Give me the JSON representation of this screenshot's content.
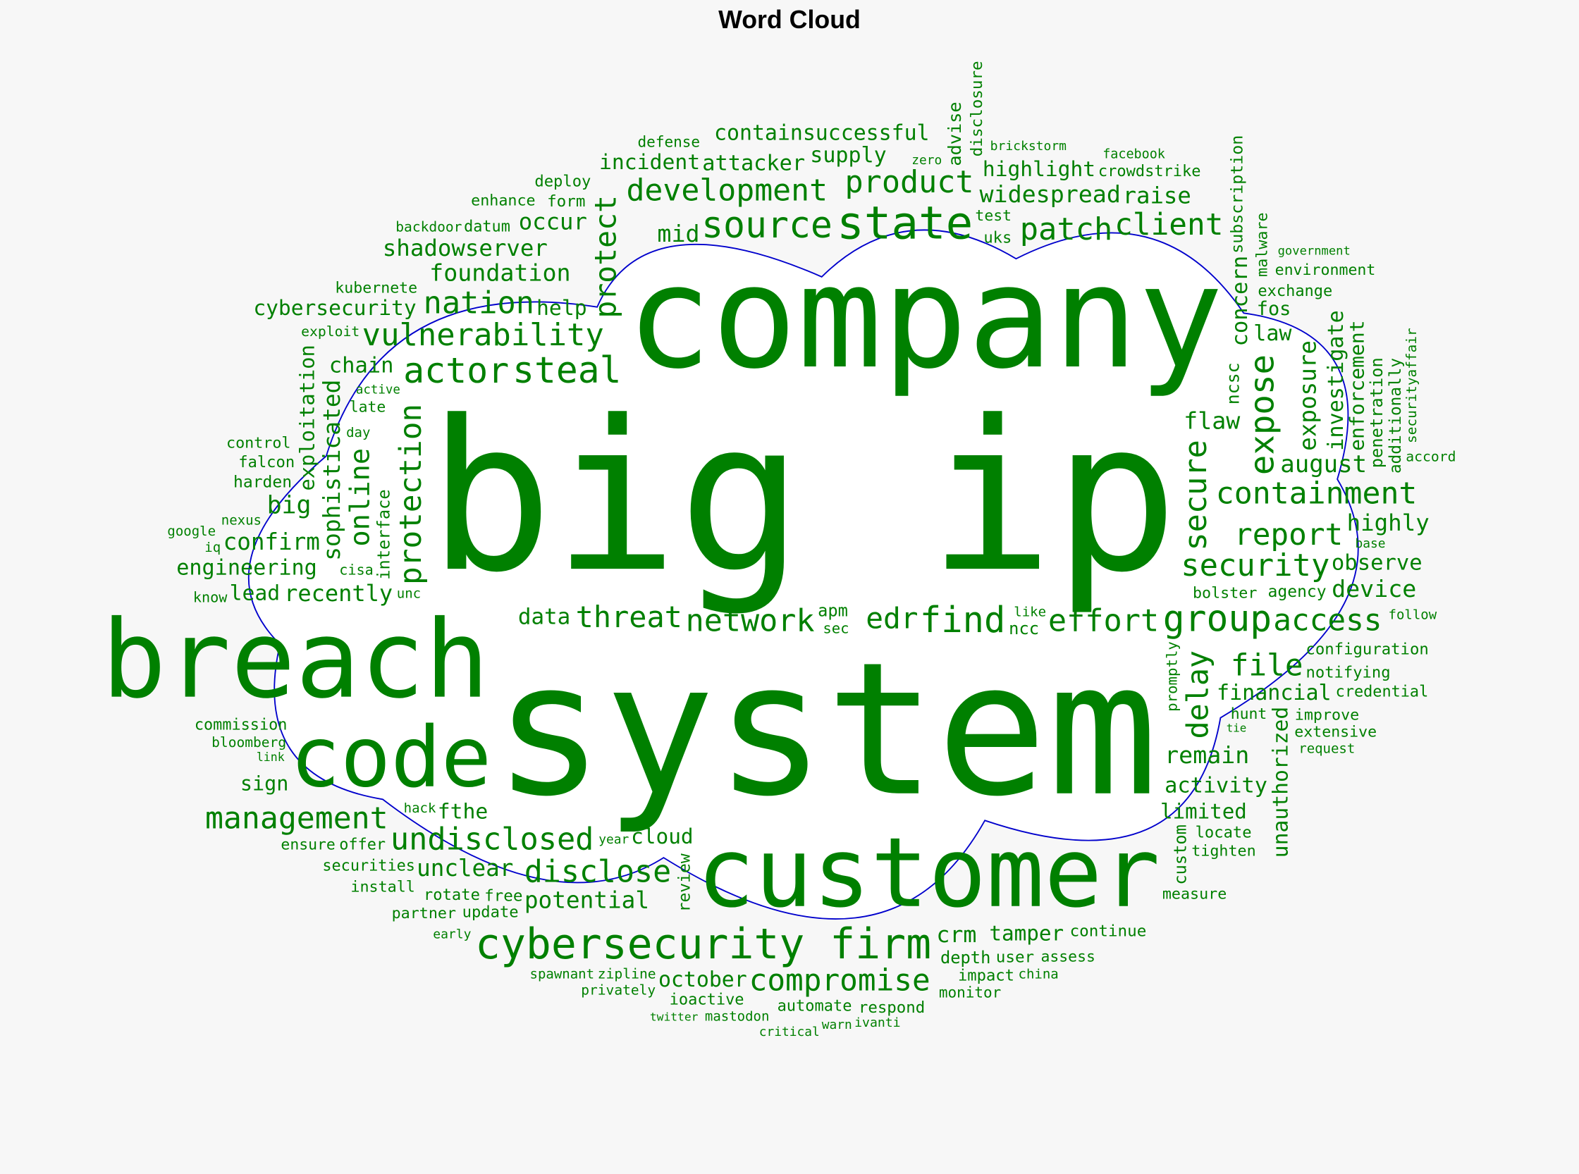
{
  "chart_data": {
    "type": "wordcloud",
    "title": "Word Cloud",
    "word_color": "#008000",
    "outline_color": "#0000cc",
    "mask_shape": "cloud",
    "words": [
      "big ip",
      "company",
      "system",
      "breach",
      "customer",
      "code",
      "cybersecurity firm",
      "compromise",
      "group",
      "find",
      "effort",
      "access",
      "security",
      "report",
      "state",
      "steal",
      "edr",
      "source",
      "containment",
      "patch",
      "product",
      "client",
      "actor",
      "vulnerability",
      "nation",
      "development",
      "threat",
      "network",
      "undisclosed",
      "management",
      "disclose",
      "potential",
      "unclear",
      "recently",
      "october",
      "file",
      "expose",
      "secure",
      "delay",
      "protection",
      "online",
      "exploitation",
      "protect",
      "sophisticated",
      "investigate",
      "concern",
      "unauthorized",
      "enforcement",
      "exposure",
      "penetration",
      "subscription",
      "disclosure",
      "advise",
      "malware",
      "promptly",
      "securityaffair",
      "ncsc",
      "additionally",
      "interface",
      "review",
      "custom",
      "raise",
      "test",
      "facebook",
      "mid",
      "defense",
      "uks",
      "brickstorm",
      "backdoor",
      "deploy",
      "zero",
      "form",
      "help",
      "shadowserver",
      "law",
      "datum",
      "crowdstrike",
      "fos",
      "highlight",
      "cybersecurity",
      "kubernete",
      "enhance",
      "exchange",
      "government",
      "containsuccessful",
      "late",
      "occur",
      "day",
      "foundation",
      "incident",
      "widespread",
      "environment",
      "harden",
      "supply",
      "chain",
      "exploit",
      "august",
      "big",
      "accord",
      "active",
      "control",
      "agency",
      "highly",
      "confirm",
      "cisa",
      "attacker",
      "follow",
      "falcon",
      "iq",
      "lead",
      "data",
      "flaw",
      "limited",
      "google",
      "unc",
      "apm",
      "update",
      "engineering",
      "observe",
      "sec",
      "know",
      "configuration",
      "base",
      "device",
      "request",
      "activity",
      "credential",
      "nexus",
      "extensive",
      "remain",
      "notifying",
      "financial",
      "privately",
      "year",
      "hunt",
      "link",
      "fthe",
      "ncc",
      "commission",
      "bloomberg",
      "improve",
      "tamper",
      "bolster",
      "tie",
      "like",
      "offer",
      "cloud",
      "tighten",
      "impact",
      "hack",
      "early",
      "user",
      "sign",
      "securities",
      "install",
      "rotate",
      "free",
      "mastodon",
      "depth",
      "assess",
      "measure",
      "locate",
      "ensure",
      "warn",
      "partner",
      "continue",
      "china",
      "crm",
      "ioactive",
      "automate",
      "monitor",
      "zipline",
      "spawnant",
      "twitter",
      "respond",
      "critical",
      "ivanti"
    ]
  }
}
